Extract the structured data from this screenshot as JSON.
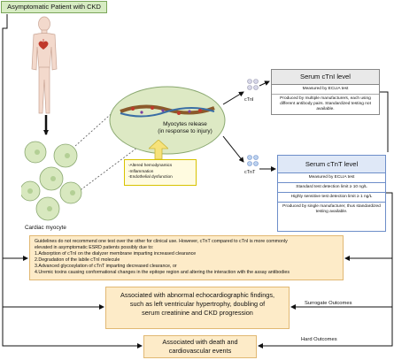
{
  "title": "Asymptomatic Patient with CKD",
  "cardiac_myocyte_label": "Cardiac myocyte",
  "myocytes": {
    "line1": "Myocytes release",
    "line2": "(in response to injury)"
  },
  "factors": [
    "-Altered hemodynamics",
    "-Inflammation",
    "-Endothelial dysfunction"
  ],
  "ctni_label": "cTnI",
  "ctnt_label": "cTnT",
  "tni_box": {
    "header": "Serum cTnI level",
    "rows": [
      "Measured by ECLIA test",
      "Produced by multiple manufacturers, each using different antibody pairs. Standardized testing not available."
    ]
  },
  "tnt_box": {
    "header": "Serum cTnT level",
    "rows": [
      "Measured by ECLIA test",
      "Standard test detection limit ≥ 10 ng/L",
      "Highly sensitive test detection limit ≥ 1 ng/L",
      "Produced by single manufacturer, thus standardized testing available."
    ]
  },
  "guidelines": [
    "Guidelines do not recommend one test over the other for clinical use. However, cTnT compared to cTnI is more commonly",
    "elevated in asymptomatic ESRD patients possibly due to:",
    "1.Adsorption of cTnI on the dialyzer membrane imparting increased clearance",
    "2.Degradation of the labile cTnI molecule",
    "3.Advanced glycosylation of cTnT imparting decreased clearance, or",
    "4.Uremic toxins causing conformational changes in the epitope region and altering the interaction with the assay antibodies"
  ],
  "surrogate": {
    "line1": "Associated with abnormal echocardiographic findings,",
    "line2": "such as left ventricular hypertrophy, doubling of",
    "line3": "serum creatinine and CKD progression"
  },
  "hard": {
    "line1": "Associated with death and",
    "line2": "cardiovascular events"
  },
  "surrogate_label": "Surrogate Outcomes",
  "hard_label": "Hard Outcomes",
  "colors": {
    "title_bg": "#d7ecc3",
    "outcome_bg": "#fdebc8",
    "factors_bg": "#fffbe0",
    "tnt_header_bg": "#dfe8f7",
    "ellipse_fill": "#dde9c4",
    "cell_fill": "#d8e8bf"
  }
}
